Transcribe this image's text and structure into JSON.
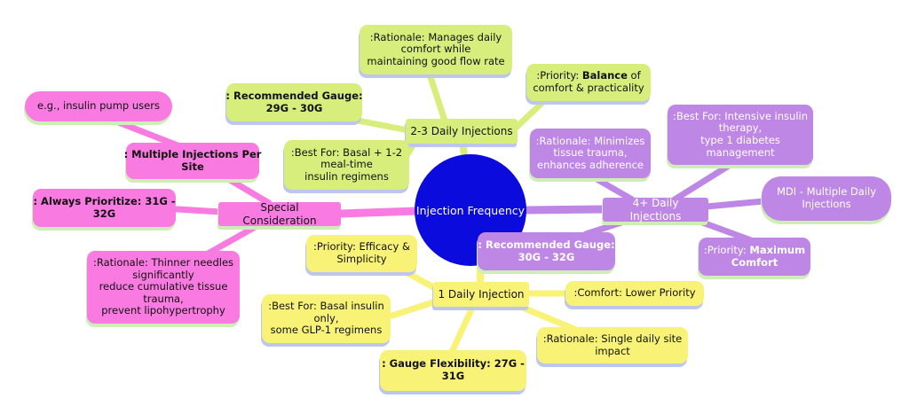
{
  "colors": {
    "green": "#d7ee7c",
    "purple": "#bf87e5",
    "yellow": "#f8f276",
    "pink": "#f97ae0",
    "blue": "#0b0bdd",
    "shadowCool": "#bdc6ec",
    "shadowWarm": "#cfeeb7",
    "textDark": "#111111",
    "textLight": "#ffffff"
  },
  "nodes": {
    "center": "Injection Frequency",
    "two_three": "2-3 Daily Injections",
    "four_plus": "4+ Daily Injections",
    "one_daily": "1 Daily Injection",
    "special": "Special Consideration"
  },
  "leaves": {
    "rationale23": {
      "lines": [
        [
          {
            "t": ":Rationale: Manages daily"
          }
        ],
        [
          {
            "t": "comfort while"
          }
        ],
        [
          {
            "t": "maintaining good flow rate"
          }
        ]
      ]
    },
    "gauge23": {
      "lines": [
        [
          {
            "t": ": Recommended Gauge:",
            "b": true
          }
        ],
        [
          {
            "t": "29G - 30G",
            "b": true
          }
        ]
      ]
    },
    "priority23": {
      "lines": [
        [
          {
            "t": ":Priority: "
          },
          {
            "t": "Balance",
            "b": true
          },
          {
            "t": " of"
          }
        ],
        [
          {
            "t": "comfort & practicality"
          }
        ]
      ]
    },
    "best23": {
      "lines": [
        [
          {
            "t": ":Best For: Basal + 1-2"
          }
        ],
        [
          {
            "t": "meal-time"
          }
        ],
        [
          {
            "t": "insulin regimens"
          }
        ]
      ]
    },
    "best4": {
      "lines": [
        [
          {
            "t": ":Best For: Intensive insulin"
          }
        ],
        [
          {
            "t": "therapy,"
          }
        ],
        [
          {
            "t": "type 1 diabetes"
          }
        ],
        [
          {
            "t": "management"
          }
        ]
      ]
    },
    "rationale4": {
      "lines": [
        [
          {
            "t": ":Rationale: Minimizes"
          }
        ],
        [
          {
            "t": "tissue trauma,"
          }
        ],
        [
          {
            "t": "enhances adherence"
          }
        ]
      ]
    },
    "mdi4": {
      "lines": [
        [
          {
            "t": "MDI - Multiple Daily"
          }
        ],
        [
          {
            "t": "Injections"
          }
        ]
      ]
    },
    "priority4": {
      "lines": [
        [
          {
            "t": ":Priority: "
          },
          {
            "t": "Maximum",
            "b": true
          }
        ],
        [
          {
            "t": "Comfort",
            "b": true
          }
        ]
      ]
    },
    "gauge4": {
      "lines": [
        [
          {
            "t": ": Recommended Gauge:",
            "b": true
          }
        ],
        [
          {
            "t": "30G - 32G",
            "b": true
          }
        ]
      ]
    },
    "priority1": {
      "lines": [
        [
          {
            "t": ":Priority: Efficacy &"
          }
        ],
        [
          {
            "t": "Simplicity"
          }
        ]
      ]
    },
    "comfort1": {
      "lines": [
        [
          {
            "t": ":Comfort: Lower Priority"
          }
        ]
      ]
    },
    "best1": {
      "lines": [
        [
          {
            "t": ":Best For: Basal insulin"
          }
        ],
        [
          {
            "t": "only,"
          }
        ],
        [
          {
            "t": "some GLP-1 regimens"
          }
        ]
      ]
    },
    "rationale1": {
      "lines": [
        [
          {
            "t": ":Rationale: Single daily site"
          }
        ],
        [
          {
            "t": "impact"
          }
        ]
      ]
    },
    "gauge1": {
      "lines": [
        [
          {
            "t": ": Gauge Flexibility: 27G -",
            "b": true
          }
        ],
        [
          {
            "t": "31G",
            "b": true
          }
        ]
      ]
    },
    "egPink": {
      "lines": [
        [
          {
            "t": "e.g., insulin pump users"
          }
        ]
      ]
    },
    "multiPink": {
      "lines": [
        [
          {
            "t": ": Multiple Injections Per",
            "b": true
          }
        ],
        [
          {
            "t": "Site",
            "b": true
          }
        ]
      ]
    },
    "alwaysPink": {
      "lines": [
        [
          {
            "t": ": Always Prioritize: 31G -",
            "b": true
          }
        ],
        [
          {
            "t": "32G",
            "b": true
          }
        ]
      ]
    },
    "rationalePink": {
      "lines": [
        [
          {
            "t": ":Rationale: Thinner needles"
          }
        ],
        [
          {
            "t": "significantly"
          }
        ],
        [
          {
            "t": "reduce cumulative tissue"
          }
        ],
        [
          {
            "t": "trauma,"
          }
        ],
        [
          {
            "t": "prevent lipohypertrophy"
          }
        ]
      ]
    }
  }
}
